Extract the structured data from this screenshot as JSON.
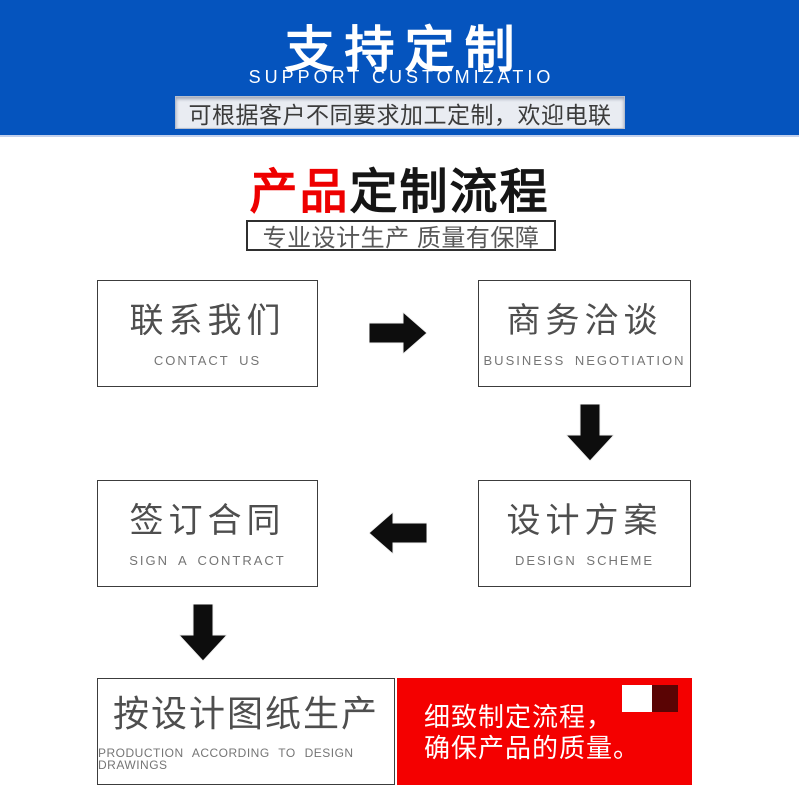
{
  "banner": {
    "title": "支持定制",
    "subtitle": "SUPPORT CUSTOMIZATIO",
    "strip_text": "可根据客户不同要求加工定制，欢迎电联",
    "bg_color": "#0554be"
  },
  "section": {
    "title_red": "产品",
    "title_black": "定制流程",
    "title_red_color": "#ee0000",
    "tagline": "专业设计生产 质量有保障"
  },
  "flow": {
    "steps": [
      {
        "title": "联系我们",
        "subtitle": "CONTACT US"
      },
      {
        "title": "商务洽谈",
        "subtitle": "BUSINESS NEGOTIATION"
      },
      {
        "title": "设计方案",
        "subtitle": "DESIGN SCHEME"
      },
      {
        "title": "签订合同",
        "subtitle": "SIGN A CONTRACT"
      },
      {
        "title": "按设计图纸生产",
        "subtitle": "PRODUCTION ACCORDING TO DESIGN DRAWINGS"
      }
    ],
    "connectors": [
      "arrow-right",
      "arrow-down",
      "arrow-left",
      "arrow-down"
    ],
    "note": {
      "line1": "细致制定流程，",
      "line2": "确保产品的质量。",
      "bg_color": "#f40000",
      "deco_colors": [
        "#ffffff",
        "#5a0404"
      ]
    }
  }
}
